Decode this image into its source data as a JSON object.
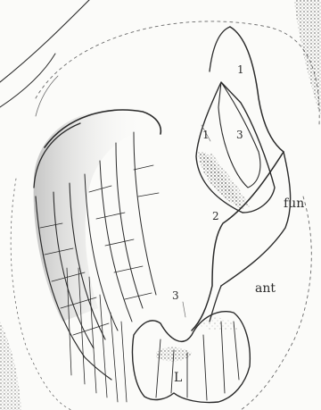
{
  "figure": {
    "labels": {
      "region_1_top": "1",
      "region_1_left": "1",
      "region_3_upper": "3",
      "region_2": "2",
      "fun": "fun",
      "ant": "ant",
      "region_3_lower": "3",
      "L": "L"
    },
    "colors": {
      "ink": "#2a2a2a",
      "paper": "#fbfbf9",
      "stipple": "#3a3a3a"
    }
  }
}
